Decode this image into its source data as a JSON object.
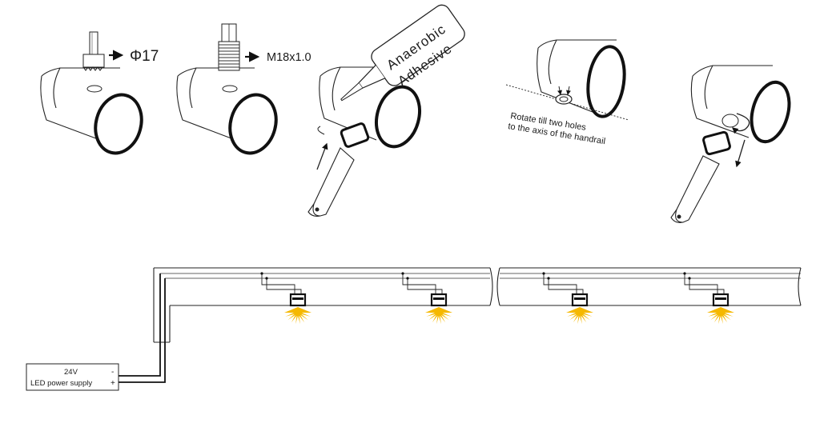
{
  "step1": {
    "label": "Φ17"
  },
  "step2": {
    "label": "M18x1.0"
  },
  "step3": {
    "bottle_line1": "Anaerobic",
    "bottle_line2": "Adhesive"
  },
  "step4": {
    "caption_line1": "Rotate till two holes",
    "caption_line2": "to the axis of the handrail"
  },
  "power_supply": {
    "voltage": "24V",
    "name": "LED power supply",
    "minus": "-",
    "plus": "+"
  },
  "colors": {
    "light": "#f5b800",
    "line": "#222222",
    "tube_end": "#111111"
  },
  "icons": [
    "hole-saw-icon",
    "tap-icon",
    "arrow-right-icon",
    "adhesive-bottle-icon",
    "rotate-arrow-icon",
    "led-light-icon",
    "light-burst-icon"
  ]
}
